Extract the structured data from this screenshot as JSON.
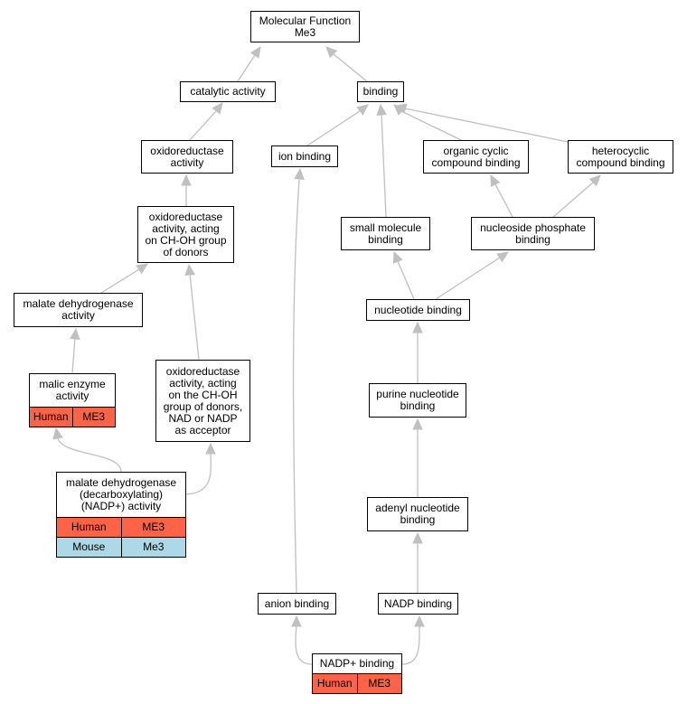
{
  "colors": {
    "edge": "#c0c0c0",
    "human": "#ff6347",
    "mouse": "#add8e6"
  },
  "nodes": {
    "mf_root": "Molecular Function\nMe3",
    "catalytic": "catalytic activity",
    "binding": "binding",
    "oxidoreductase": "oxidoreductase\nactivity",
    "ion_binding": "ion binding",
    "organic_cyclic": "organic cyclic\ncompound binding",
    "heterocyclic": "heterocyclic\ncompound binding",
    "oxido_choh": "oxidoreductase\nactivity, acting\non CH-OH group\nof donors",
    "small_molecule": "small molecule\nbinding",
    "nucleoside_phosphate": "nucleoside phosphate\nbinding",
    "malate_dh": "malate dehydrogenase\nactivity",
    "nucleotide": "nucleotide binding",
    "malic_enzyme": "malic enzyme\nactivity",
    "oxido_nad": "oxidoreductase\nactivity, acting\non the CH-OH\ngroup of donors,\nNAD or NADP\nas acceptor",
    "purine": "purine nucleotide\nbinding",
    "malate_dh_nadp": "malate dehydrogenase\n(decarboxylating)\n(NADP+) activity",
    "adenyl": "adenyl nucleotide\nbinding",
    "anion": "anion binding",
    "nadp": "NADP binding",
    "nadp_plus": "NADP+ binding"
  },
  "annotations": {
    "malic_enzyme": [
      {
        "species": "Human",
        "gene": "ME3"
      }
    ],
    "malate_dh_nadp": [
      {
        "species": "Human",
        "gene": "ME3"
      },
      {
        "species": "Mouse",
        "gene": "Me3"
      }
    ],
    "nadp_plus": [
      {
        "species": "Human",
        "gene": "ME3"
      }
    ]
  }
}
